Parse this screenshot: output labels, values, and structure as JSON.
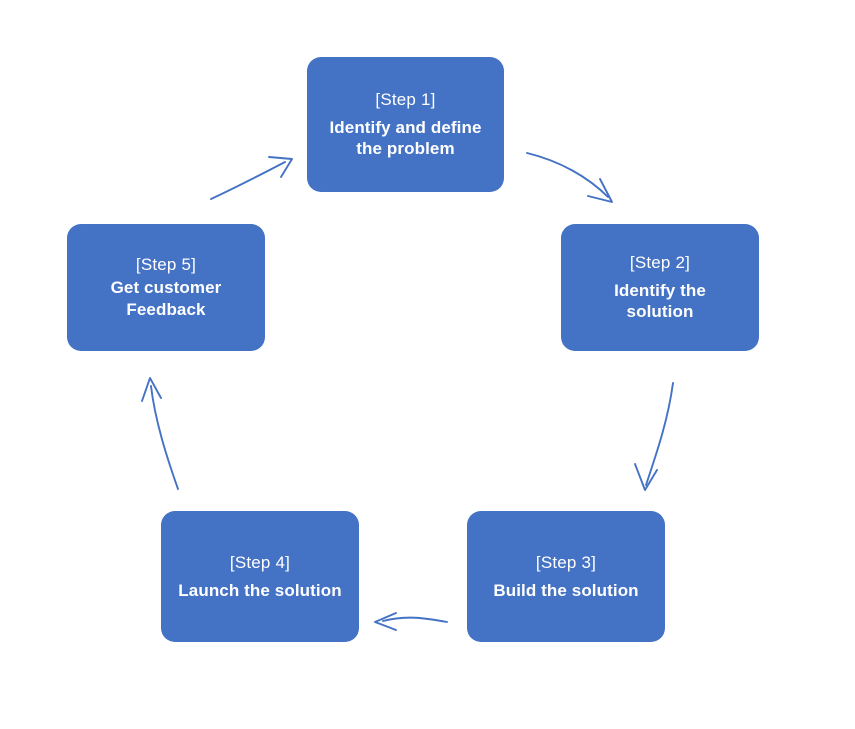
{
  "diagram": {
    "type": "process-cycle",
    "accent_color": "#4472C4",
    "text_color": "#FFFFFF",
    "background_color": "#FFFFFF",
    "steps": [
      {
        "id": "step-1",
        "label": "[Step 1]",
        "title_line_1": "Identify and define",
        "title_line_2": "the problem"
      },
      {
        "id": "step-2",
        "label": "[Step 2]",
        "title_line_1": "Identify the",
        "title_line_2": "solution"
      },
      {
        "id": "step-3",
        "label": "[Step 3]",
        "title_line_1": "Build the solution",
        "title_line_2": ""
      },
      {
        "id": "step-4",
        "label": "[Step 4]",
        "title_line_1": "Launch the solution",
        "title_line_2": ""
      },
      {
        "id": "step-5",
        "label": "[Step 5]",
        "title_line_1": "Get customer",
        "title_line_2": "Feedback"
      }
    ],
    "connectors": [
      {
        "id": "arrow-step-1-to-step-2",
        "from": "step-1",
        "to": "step-2",
        "direction": "down-right"
      },
      {
        "id": "arrow-step-2-to-step-3",
        "from": "step-2",
        "to": "step-3",
        "direction": "down"
      },
      {
        "id": "arrow-step-3-to-step-4",
        "from": "step-3",
        "to": "step-4",
        "direction": "left"
      },
      {
        "id": "arrow-step-4-to-step-5",
        "from": "step-4",
        "to": "step-5",
        "direction": "up"
      },
      {
        "id": "arrow-step-5-to-step-1",
        "from": "step-5",
        "to": "step-1",
        "direction": "up-right"
      }
    ]
  }
}
